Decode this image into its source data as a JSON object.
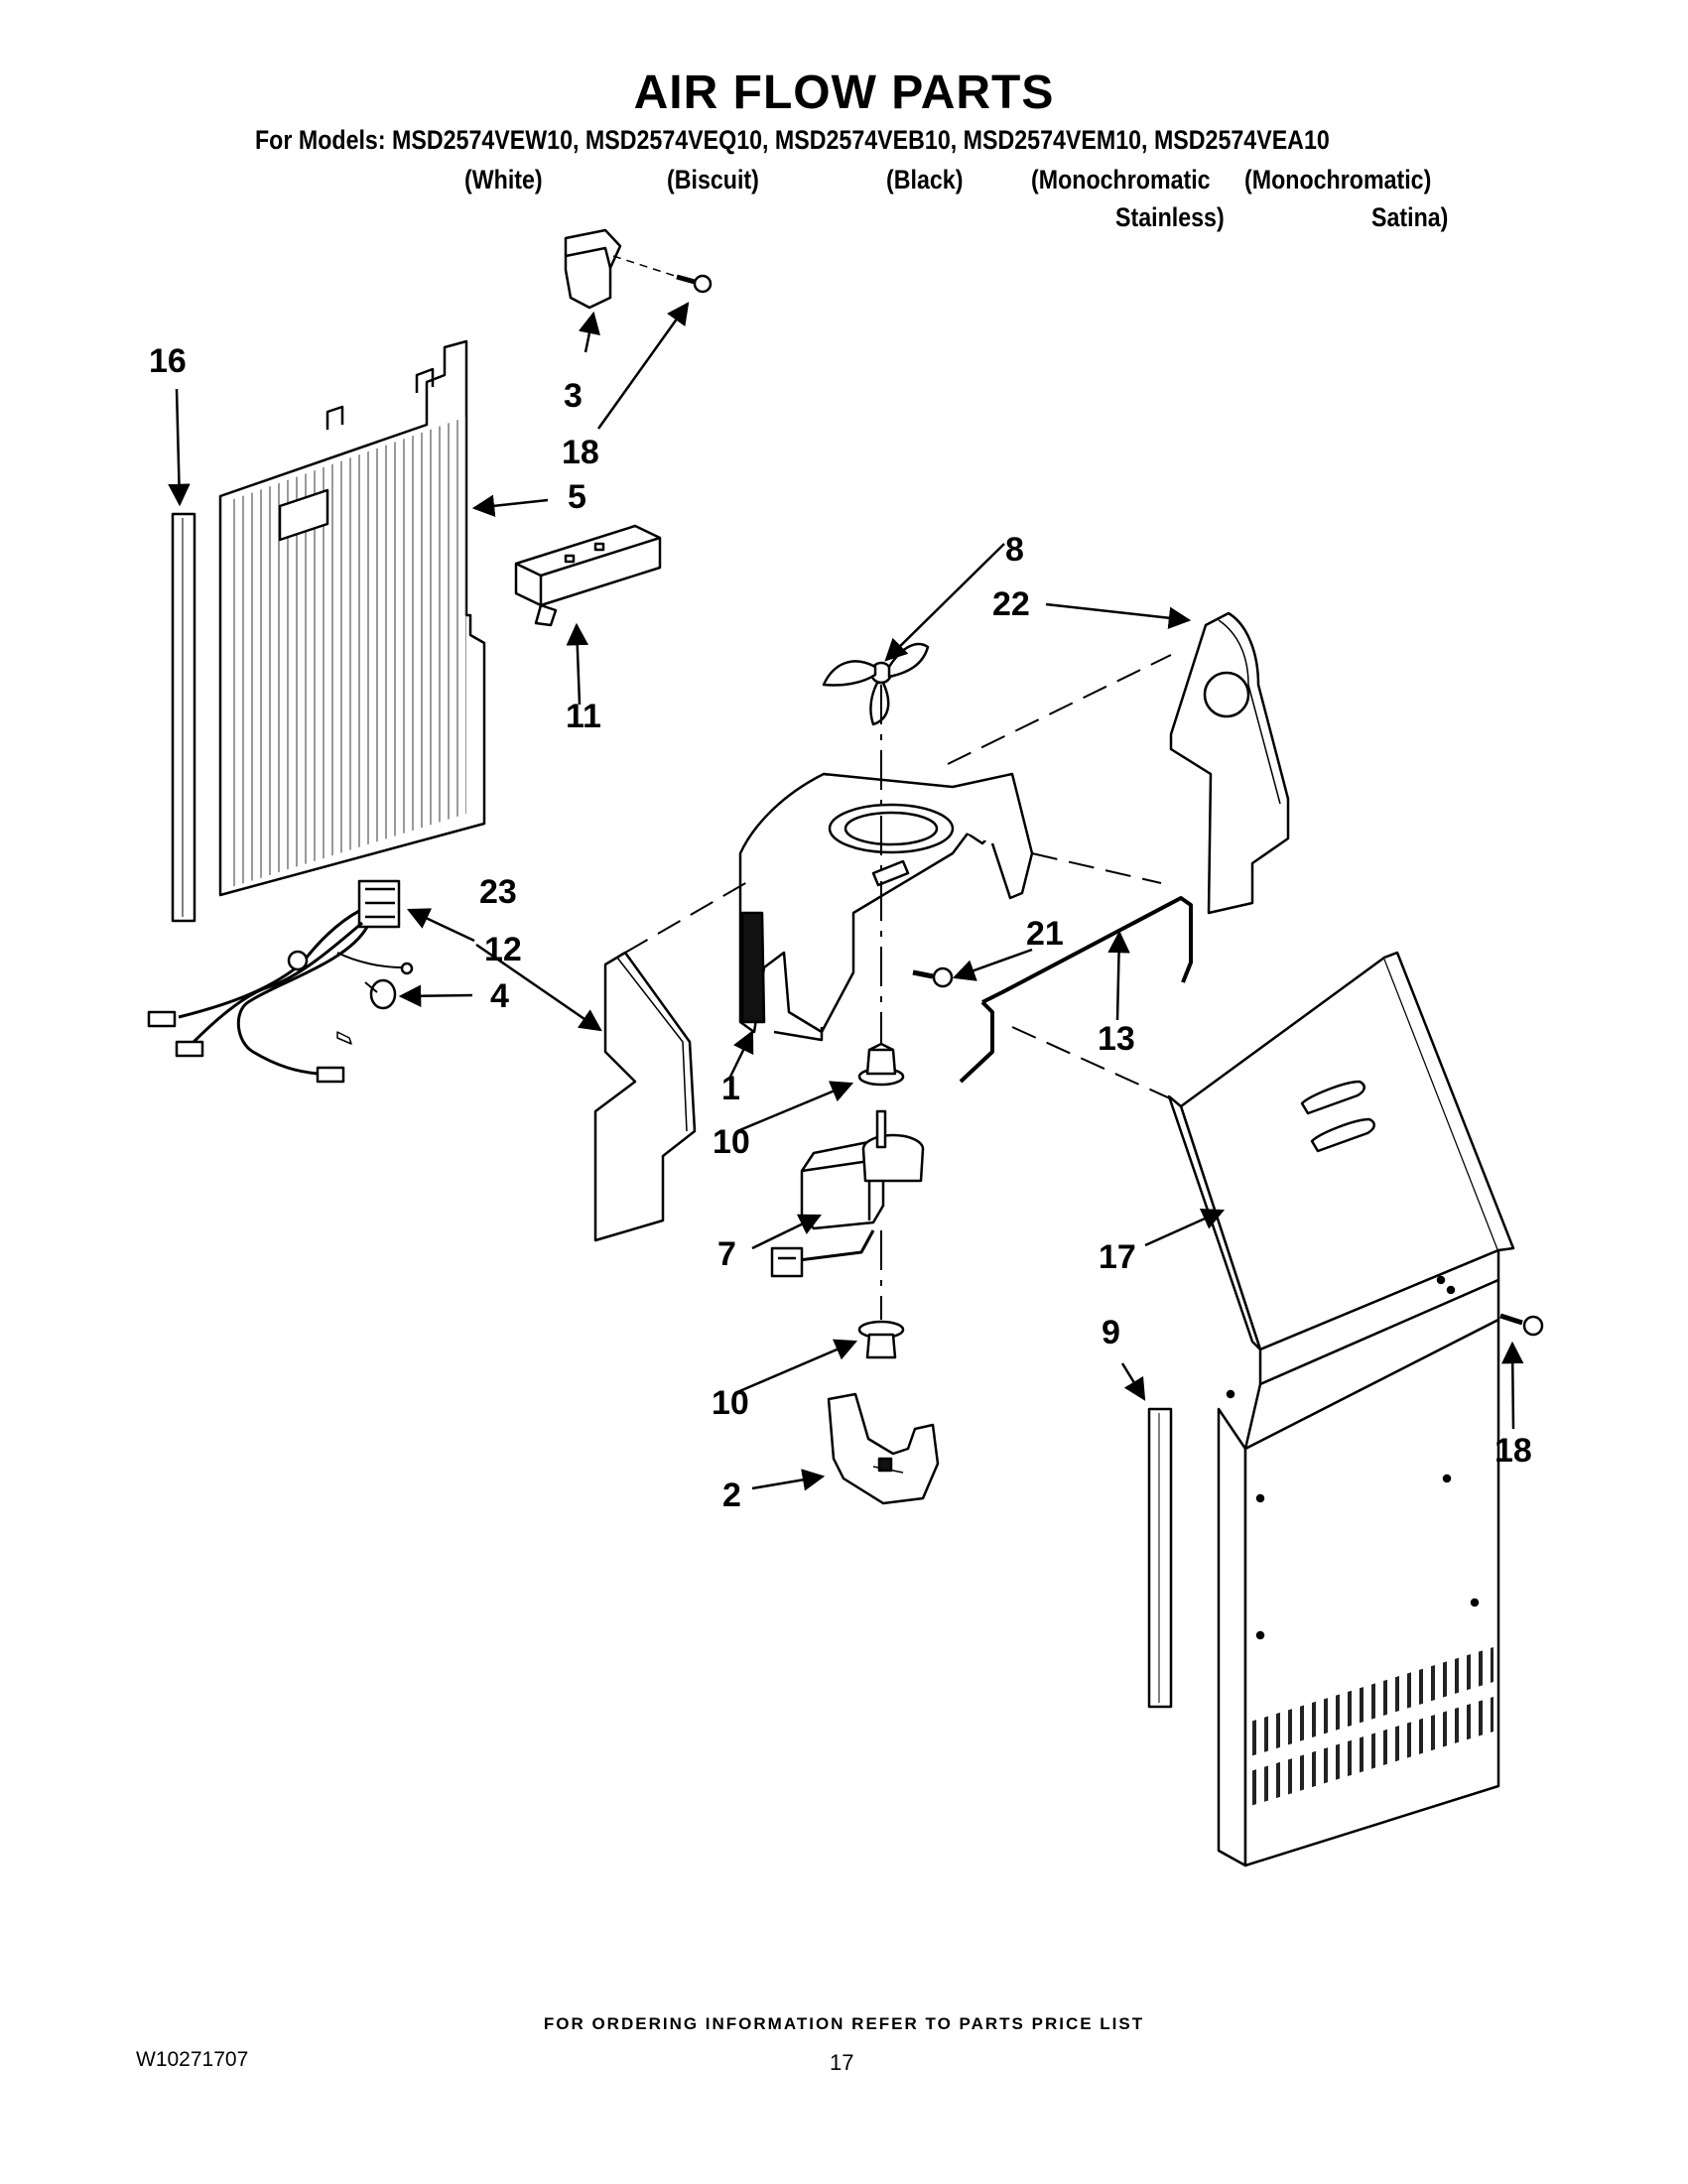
{
  "title": "AIR FLOW PARTS",
  "models_line": "For Models: MSD2574VEW10, MSD2574VEQ10, MSD2574VEB10, MSD2574VEM10, MSD2574VEA10",
  "variants": {
    "white": "(White)",
    "biscuit": "(Biscuit)",
    "black": "(Black)",
    "mono_stainless_1": "(Monochromatic",
    "mono_stainless_2": "Stainless)",
    "mono_satina_1": "(Monochromatic)",
    "mono_satina_2": "Satina)"
  },
  "callouts": {
    "c1": "1",
    "c2": "2",
    "c3": "3",
    "c4": "4",
    "c5": "5",
    "c7": "7",
    "c8": "8",
    "c9": "9",
    "c10a": "10",
    "c10b": "10",
    "c11": "11",
    "c12": "12",
    "c13": "13",
    "c16": "16",
    "c17": "17",
    "c18a": "18",
    "c18b": "18",
    "c21": "21",
    "c22": "22",
    "c23": "23"
  },
  "footer_note": "FOR ORDERING INFORMATION REFER TO PARTS PRICE LIST",
  "doc_number": "W10271707",
  "page_number": "17"
}
